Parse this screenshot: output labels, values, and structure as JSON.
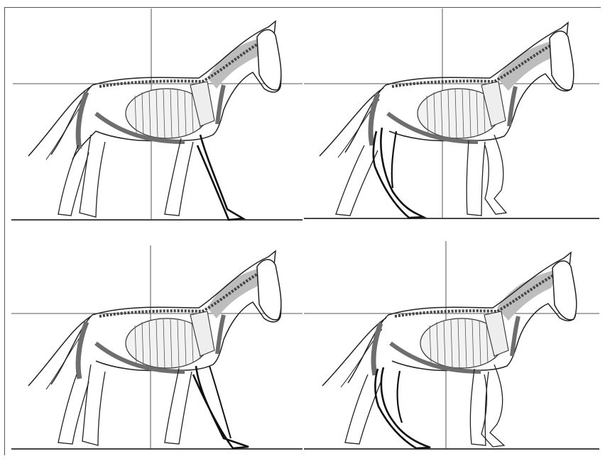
{
  "figure": {
    "panels": [
      {
        "id": "1",
        "highlight": "near-foreleg"
      },
      {
        "id": "2",
        "highlight": "near-hindleg"
      },
      {
        "id": "3",
        "highlight": "near-foreleg"
      },
      {
        "id": "4",
        "highlight": "near-hindleg"
      }
    ],
    "colors": {
      "outline": "#222222",
      "highlight_limb": "#111111",
      "muscle": "#6e6e6e",
      "ligament": "#b9b9b9",
      "grid": "#555555",
      "ground": "#444444"
    }
  }
}
